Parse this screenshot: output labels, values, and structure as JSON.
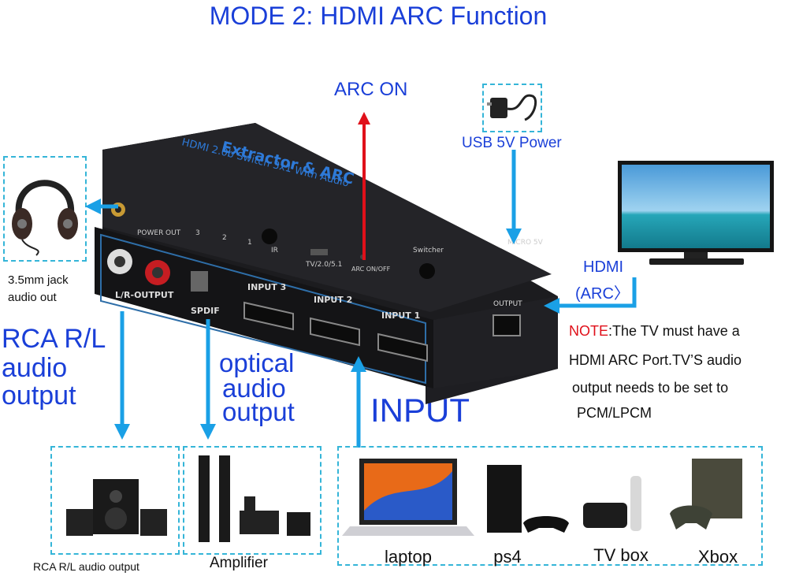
{
  "title": "MODE 2: HDMI ARC Function",
  "arc_on": "ARC ON",
  "usb_power": "USB 5V Power",
  "hdmi_arc_line1": "HDMI",
  "hdmi_arc_line2": "(ARC〉",
  "jack": {
    "line1": "3.5mm jack",
    "line2": "audio out"
  },
  "rca": {
    "line1": "RCA R/L",
    "line2": "audio",
    "line3": "output"
  },
  "optical": {
    "line1": "optical",
    "line2": "audio",
    "line3": "output"
  },
  "input_big": "INPUT",
  "note": {
    "prefix": "NOTE",
    "line1": ":The TV must have a",
    "line2": "HDMI ARC Port.TV’S audio",
    "line3": "output needs to be set to",
    "line4": "PCM/LPCM"
  },
  "device": {
    "top_line1": "HDMI 2.0b Switch 3x1 With Audio",
    "top_line2": "Extractor & ARC",
    "front_labels": {
      "power": "POWER",
      "out": "OUT",
      "led3": "3",
      "led2": "2",
      "led1": "1",
      "ir": "IR",
      "tv_mode": "TV/2.0/5.1",
      "arc_onoff": "ARC ON/OFF",
      "switcher": "Switcher",
      "micro": "MICRO 5V",
      "lr_output": "L/R-OUTPUT",
      "spdif": "SPDIF",
      "input3": "INPUT 3",
      "input2": "INPUT 2",
      "input1": "INPUT 1",
      "output": "OUTPUT"
    }
  },
  "bottom_labels": {
    "rca_speakers": "RCA R/L audio output",
    "amplifier": "Amplifier",
    "laptop": "laptop",
    "ps4": "ps4",
    "tvbox": "TV box",
    "xbox": "Xbox"
  },
  "colors": {
    "title_blue": "#1a3fd8",
    "arrow_blue": "#1aa0e6",
    "arrow_red": "#e0101a",
    "dash": "#35b5d8"
  }
}
